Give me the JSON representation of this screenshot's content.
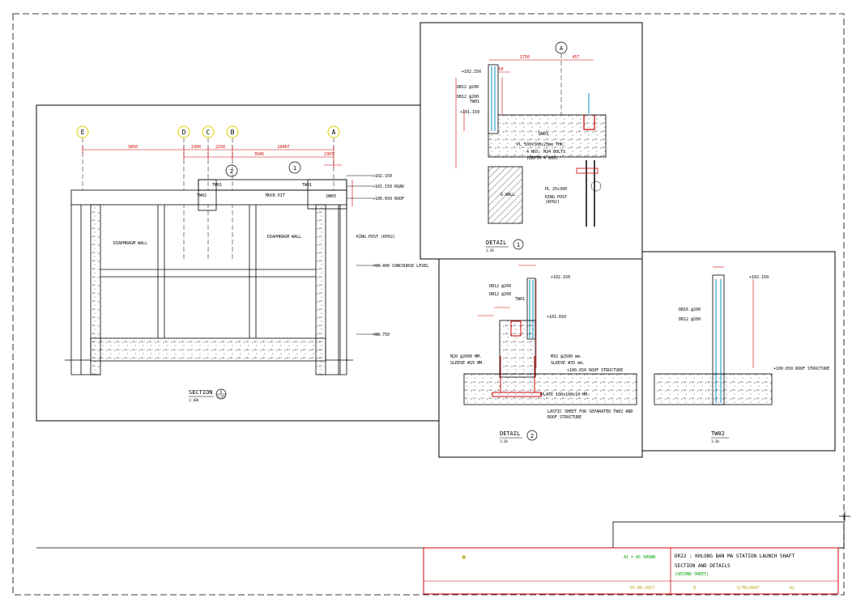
{
  "colors": {
    "ink": "#000000",
    "dimension": "#d00000",
    "level": "#00a000",
    "grid_bubble": "#e0d000",
    "rebar": "#0090c0"
  },
  "section_main": {
    "title": "SECTION",
    "mark": "A",
    "sheet_ref": "2/35",
    "scale": "1:100",
    "grid_labels": [
      "E",
      "D",
      "C",
      "B",
      "A"
    ],
    "spans": [
      "3850",
      "2300",
      "2250",
      "3945",
      "10407",
      "2307"
    ],
    "callouts": [
      "1",
      "2"
    ],
    "levels": [
      "+102.150",
      "+101.150 ROAD",
      "+100.650 ROOF",
      "+93.400 CONCOURSE LEVEL",
      "+86.750"
    ],
    "labels": {
      "muck_pit": "MUCK PIT",
      "diaphragm_left": "DIAPHRAGM WALL",
      "diaphragm_right": "DIAPHRAGM WALL",
      "king_post": "KING POST (KP02)",
      "tw01_a": "TW01",
      "tw01_b": "TW01",
      "tw02": "TW02",
      "dw03": "DW03"
    }
  },
  "detail_1": {
    "title": "DETAIL",
    "mark": "1",
    "scale": "1:20",
    "grid": "A",
    "dims": [
      "1750",
      "457",
      "350"
    ],
    "levels": [
      "+102.150",
      "+101.150"
    ],
    "labels": [
      "DB12 @200",
      "DB12 @200",
      "TW01",
      "DW03",
      "PL 500x500x25mm THK.",
      "4 NOS. M24 BOLTS",
      "(DEPTH = 600)",
      "D.WALL",
      "KING POST",
      "(KP02)",
      "PL 25x300"
    ]
  },
  "detail_2": {
    "title": "DETAIL",
    "mark": "2",
    "scale": "1:20",
    "levels": [
      "+102.150",
      "+101.650",
      "+100.650 ROOF STRUCTURE"
    ],
    "labels": [
      "DB12 @200",
      "DB12 @200",
      "TW01",
      "M20 @2000 MM.",
      "SLEEVE #25 MM.",
      "M32 @2500 mm.",
      "SLEEVE #35 mm.",
      "PLATE 100x100x10 MM.",
      "LASTIC SHEET FOR SEPARATED TW02 AND",
      "ROOF STRUCTURE"
    ]
  },
  "detail_tw02": {
    "title": "TW02",
    "scale": "1:20",
    "levels": [
      "+102.150",
      "+100.650 ROOF STRUCTURE"
    ],
    "labels": [
      "DB16 @200",
      "DB12 @200"
    ]
  },
  "title_block": {
    "title_line1": "DR22 : KHLONG BAN MA STATION LAUNCH SHAFT",
    "title_line2": "SECTION AND DETAILS",
    "title_line3": "(SECOND SHEET)",
    "scale": "A1 = AS SHOWN",
    "date": "07-08-2017",
    "revision": "0",
    "drawing_no": "S/TR/2007",
    "sheet_size": "A1"
  }
}
